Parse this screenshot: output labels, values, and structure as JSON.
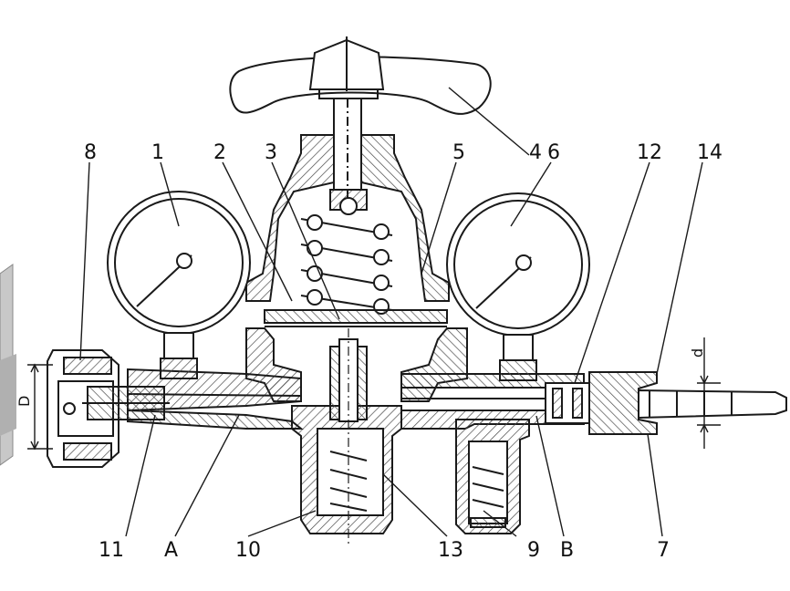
{
  "colors": {
    "ink": "#1a1a1a",
    "hatch": "#4a4a4a",
    "background": "#ffffff"
  },
  "labels": {
    "l1": "1",
    "l2": "2",
    "l3": "3",
    "l4": "4",
    "l5": "5",
    "l6": "6",
    "l7": "7",
    "l8": "8",
    "l9": "9",
    "l10": "10",
    "l11": "11",
    "l12": "12",
    "l13": "13",
    "l14": "14",
    "lA": "A",
    "lB": "B",
    "dimD": "D",
    "dimd": "d"
  }
}
